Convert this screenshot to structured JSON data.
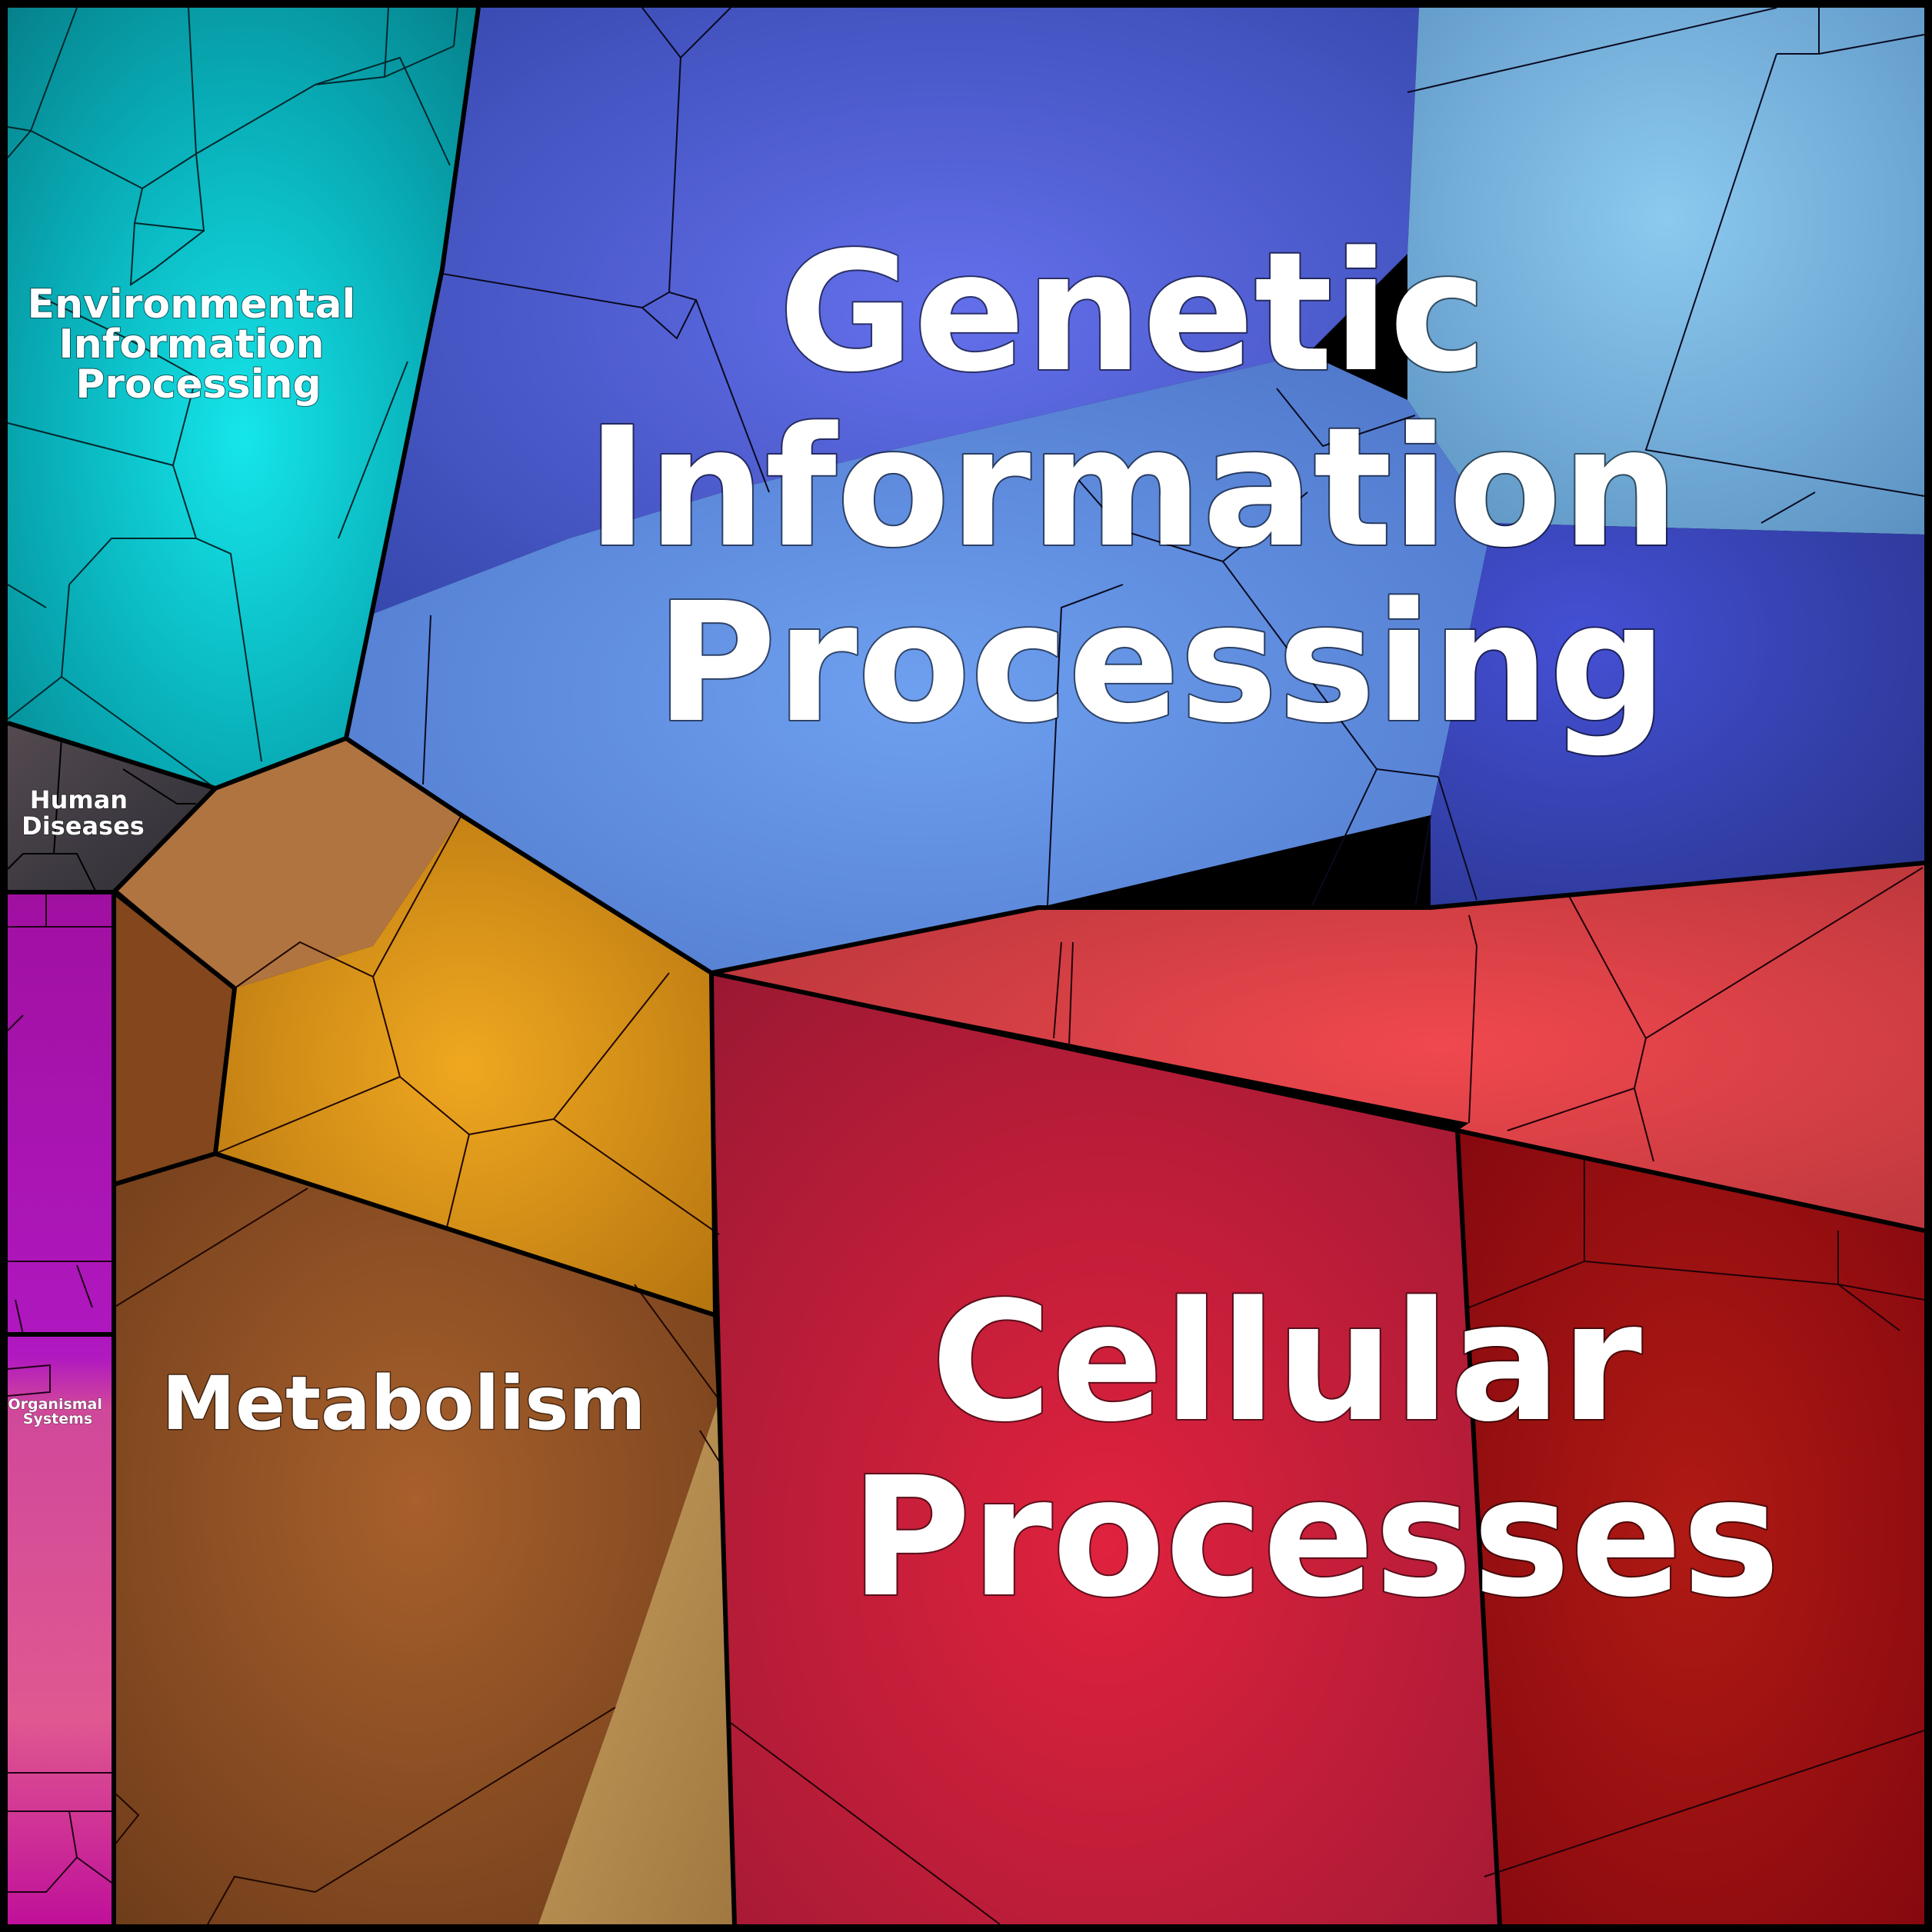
{
  "chart_data": {
    "type": "voronoi-treemap",
    "title": "",
    "categories": [
      {
        "key": "genetic",
        "label": "Genetic Information Processing",
        "lines": [
          "Genetic",
          "Information",
          "Processing"
        ],
        "color": "#5a6fe0"
      },
      {
        "key": "cellular",
        "label": "Cellular Processes",
        "lines": [
          "Cellular",
          "Processes"
        ],
        "color": "#c8203c"
      },
      {
        "key": "metabolism",
        "label": "Metabolism",
        "lines": [
          "Metabolism"
        ],
        "color": "#9a5a24"
      },
      {
        "key": "environmental",
        "label": "Environmental Information Processing",
        "lines": [
          "Environmental",
          "Information",
          "Processing"
        ],
        "color": "#08b8c0"
      },
      {
        "key": "organismal",
        "label": "Organismal Systems",
        "lines": [
          "Organismal",
          "Systems"
        ],
        "color": "#c01ca8"
      },
      {
        "key": "human",
        "label": "Human Diseases",
        "lines": [
          "Human",
          "Diseases"
        ],
        "color": "#3c3c44"
      }
    ]
  }
}
